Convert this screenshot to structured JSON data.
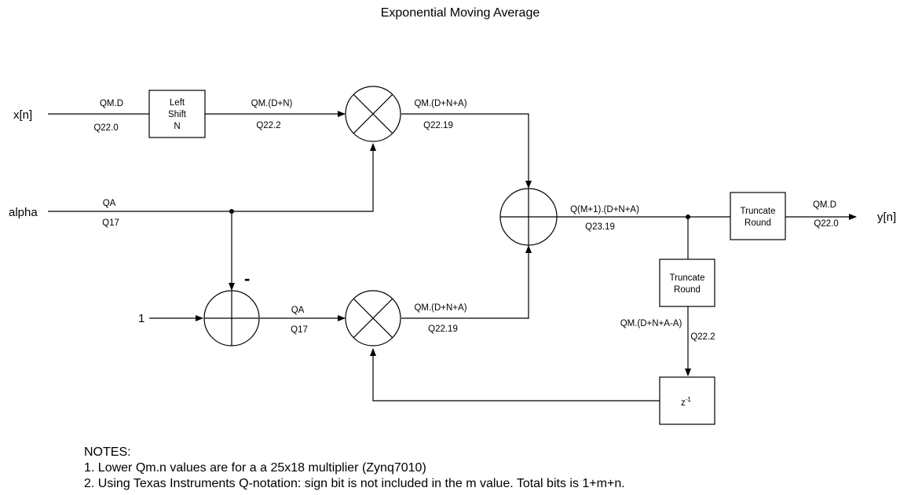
{
  "title": "Exponential Moving Average",
  "io": {
    "input_x": "x[n]",
    "input_alpha": "alpha",
    "input_one": "1",
    "output_y": "y[n]"
  },
  "blocks": {
    "left_shift": [
      "Left",
      "Shift",
      "N"
    ],
    "truncate_round_out": [
      "Truncate",
      "Round"
    ],
    "truncate_round_fb": [
      "Truncate",
      "Round"
    ],
    "delay": {
      "base": "z",
      "sup": "-1"
    },
    "subtract_sign": "-"
  },
  "signals": {
    "x_top": "QM.D",
    "x_bottom": "Q22.0",
    "shift_out_top": "QM.(D+N)",
    "shift_out_bottom": "Q22.2",
    "mult1_out_top": "QM.(D+N+A)",
    "mult1_out_bottom": "Q22.19",
    "alpha_top": "QA",
    "alpha_bottom": "Q17",
    "sub_out_top": "QA",
    "sub_out_bottom": "Q17",
    "mult2_out_top": "QM.(D+N+A)",
    "mult2_out_bottom": "Q22.19",
    "sum_out_top": "Q(M+1).(D+N+A)",
    "sum_out_bottom": "Q23.19",
    "y_top": "QM.D",
    "y_bottom": "Q22.0",
    "fb_top": "QM.(D+N+A-A)",
    "fb_bottom": "Q22.2"
  },
  "notes": {
    "heading": "NOTES:",
    "items": [
      "1. Lower Qm.n values are for a a 25x18 multiplier (Zynq7010)",
      "2. Using Texas Instruments Q-notation: sign bit is not included in the m value. Total bits is 1+m+n."
    ]
  }
}
